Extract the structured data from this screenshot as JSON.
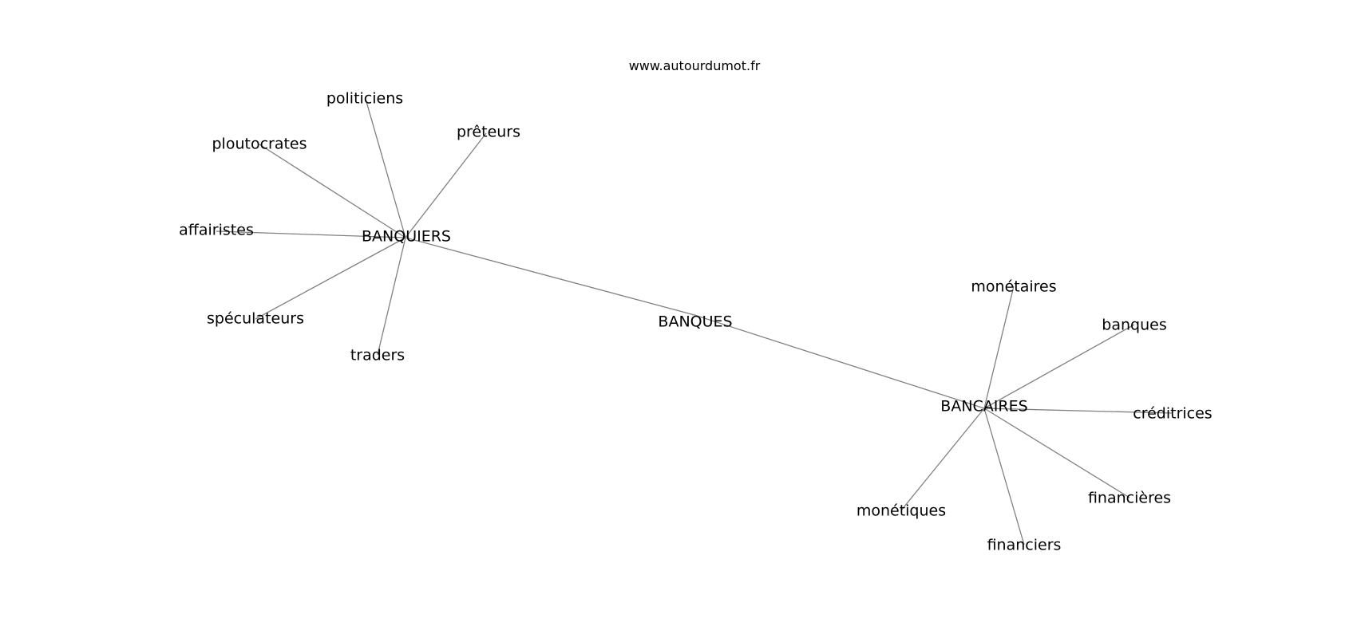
{
  "source": "www.autourdumot.fr",
  "graph": {
    "center": "BANQUES",
    "hubs": [
      "BANQUIERS",
      "BANCAIRES"
    ],
    "nodes": [
      {
        "id": "BANQUES"
      },
      {
        "id": "BANQUIERS"
      },
      {
        "id": "BANCAIRES"
      },
      {
        "id": "politiciens"
      },
      {
        "id": "prêteurs"
      },
      {
        "id": "ploutocrates"
      },
      {
        "id": "affairistes"
      },
      {
        "id": "spéculateurs"
      },
      {
        "id": "traders"
      },
      {
        "id": "monétaires"
      },
      {
        "id": "banques"
      },
      {
        "id": "créditrices"
      },
      {
        "id": "financières"
      },
      {
        "id": "financiers"
      },
      {
        "id": "monétiques"
      }
    ],
    "edges": [
      [
        "BANQUIERS",
        "BANQUES"
      ],
      [
        "BANQUES",
        "BANCAIRES"
      ],
      [
        "BANQUIERS",
        "politiciens"
      ],
      [
        "BANQUIERS",
        "prêteurs"
      ],
      [
        "BANQUIERS",
        "ploutocrates"
      ],
      [
        "BANQUIERS",
        "affairistes"
      ],
      [
        "BANQUIERS",
        "spéculateurs"
      ],
      [
        "BANQUIERS",
        "traders"
      ],
      [
        "BANCAIRES",
        "monétaires"
      ],
      [
        "BANCAIRES",
        "banques"
      ],
      [
        "BANCAIRES",
        "créditrices"
      ],
      [
        "BANCAIRES",
        "financières"
      ],
      [
        "BANCAIRES",
        "financiers"
      ],
      [
        "BANCAIRES",
        "monétiques"
      ]
    ]
  }
}
